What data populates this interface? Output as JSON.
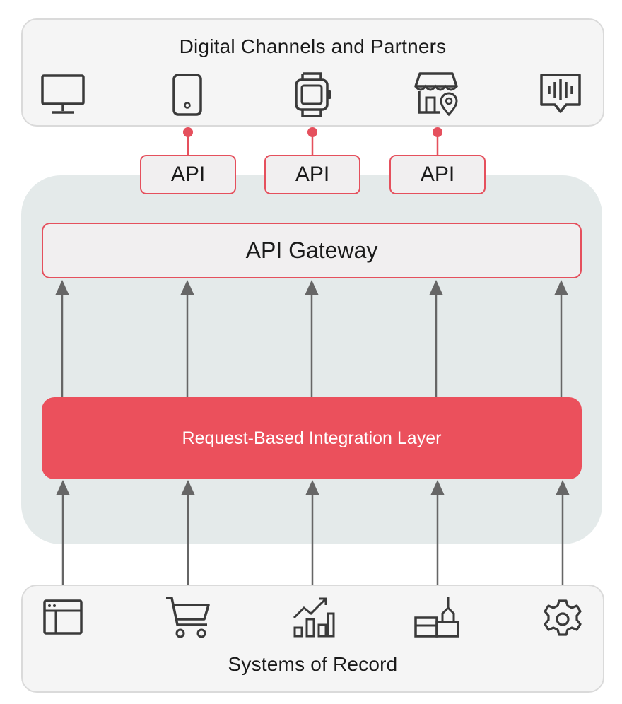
{
  "channels": {
    "title": "Digital Channels and Partners",
    "icons": [
      "monitor-icon",
      "smartphone-icon",
      "smartwatch-icon",
      "store-location-icon",
      "voice-assistant-icon"
    ]
  },
  "apis": [
    {
      "label": "API"
    },
    {
      "label": "API"
    },
    {
      "label": "API"
    }
  ],
  "gateway": {
    "label": "API Gateway"
  },
  "integration": {
    "label": "Request-Based Integration Layer"
  },
  "systems": {
    "title": "Systems of Record",
    "icons": [
      "browser-window-icon",
      "shopping-cart-icon",
      "analytics-chart-icon",
      "warehouse-icon",
      "settings-gear-icon"
    ]
  },
  "colors": {
    "accent": "#eb505c",
    "accent_border": "#e5505d",
    "panel_bg": "#f5f5f5",
    "core_bg": "#e4eaea",
    "arrow": "#666666",
    "icon": "#3a3a3a"
  }
}
